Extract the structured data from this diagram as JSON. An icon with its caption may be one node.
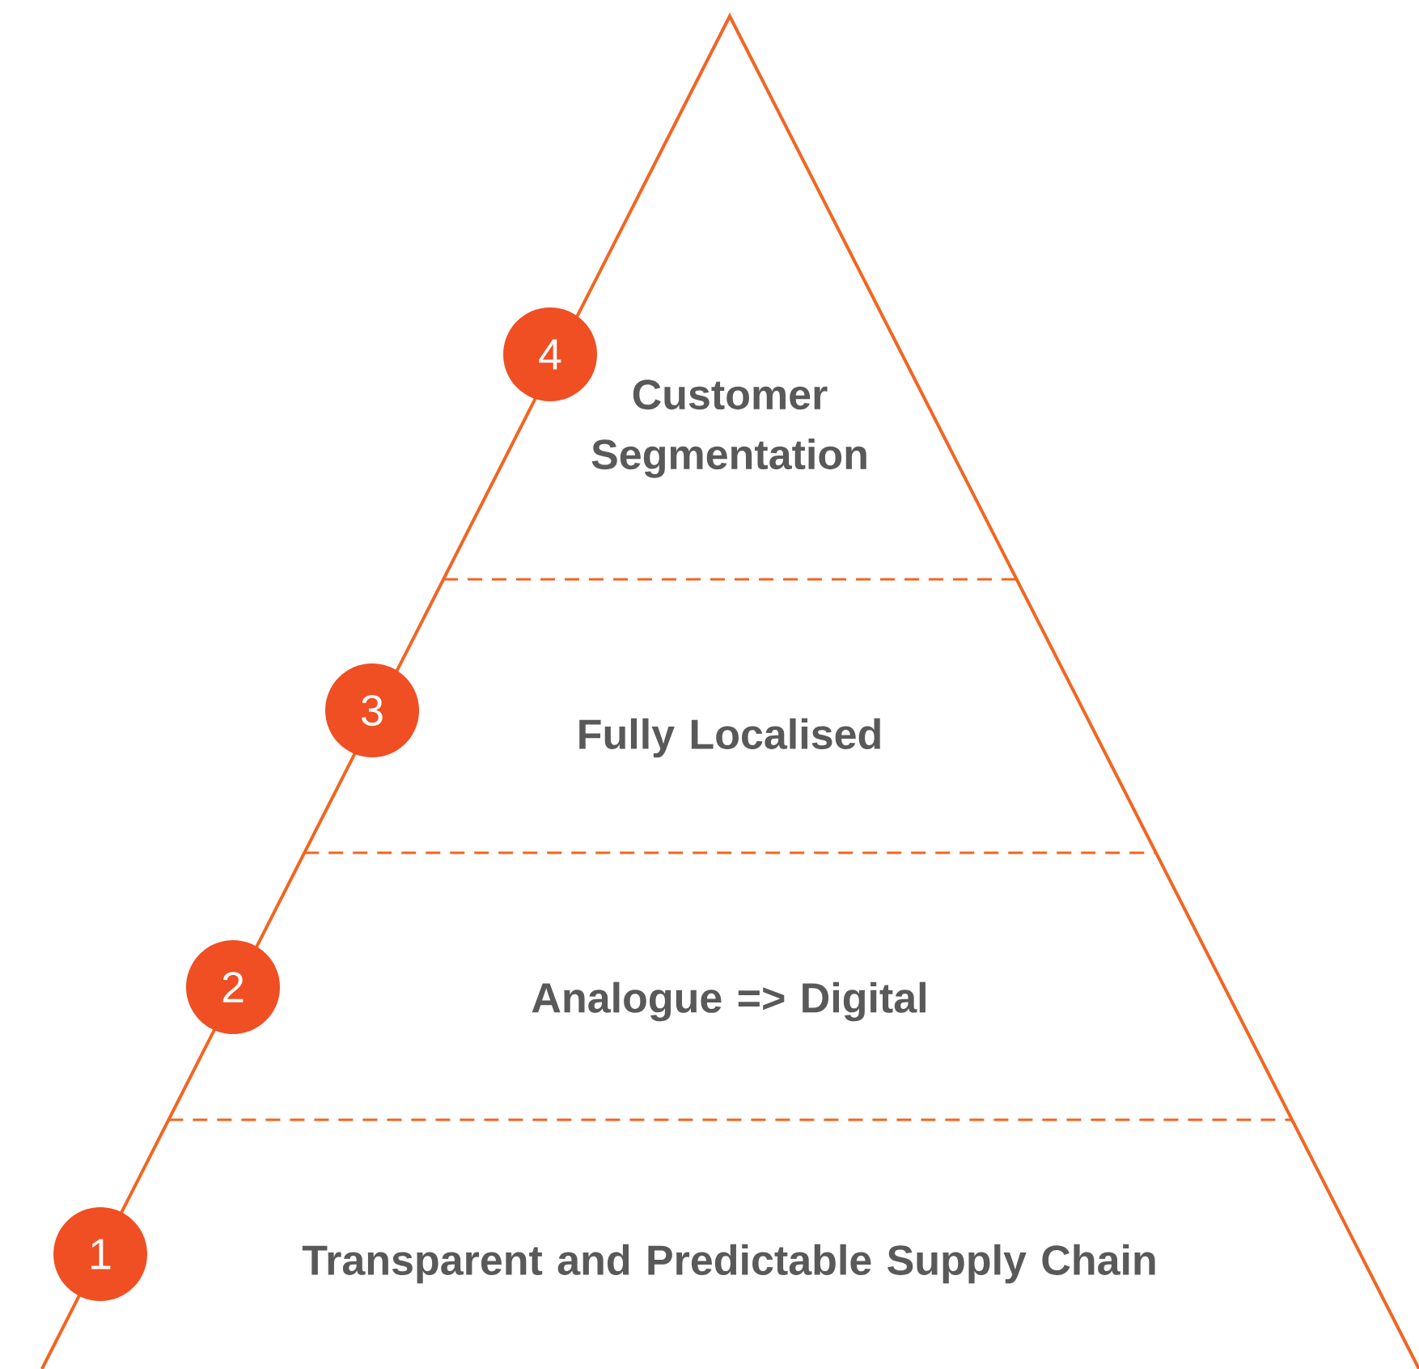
{
  "diagram": {
    "nodes": [
      {
        "text": [
          "4"
        ]
      },
      {
        "text": [
          "Customer Segmentation"
        ]
      },
      {
        "text": [
          "3"
        ]
      },
      {
        "text": [
          "Fully Localised"
        ]
      },
      {
        "text": [
          "2"
        ]
      },
      {
        "text": [
          "Analogue => Digital"
        ]
      },
      {
        "text": [
          "1"
        ]
      },
      {
        "text": [
          "Transparent and Predictable Supply Chain"
        ]
      }
    ]
  }
}
